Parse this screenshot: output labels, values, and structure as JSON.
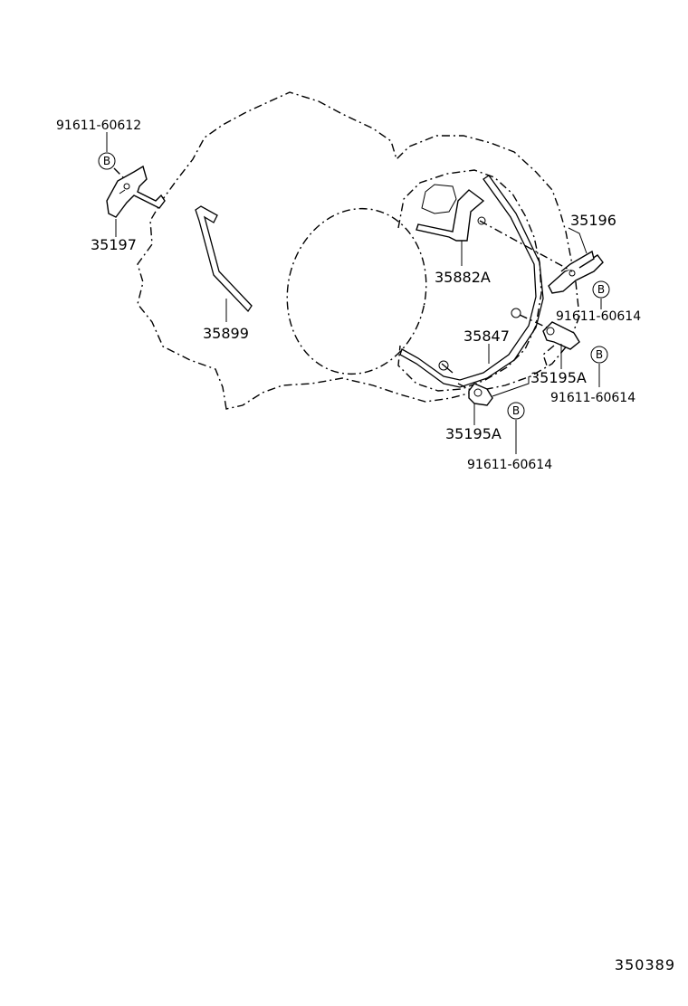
{
  "labels": {
    "bolt_35197": "91611-60612",
    "bracket_35197": "35197",
    "pipe_35899": "35899",
    "bracket_35882a": "35882A",
    "bracket_35196": "35196",
    "bolt_35196": "91611-60614",
    "tube_35847": "35847",
    "clamp_right": "35195A",
    "bolt_clamp_right": "91611-60614",
    "clamp_lower": "35195A",
    "bolt_clamp_lower": "91611-60614"
  },
  "badge_letter": "B",
  "diagram_id": "350389"
}
